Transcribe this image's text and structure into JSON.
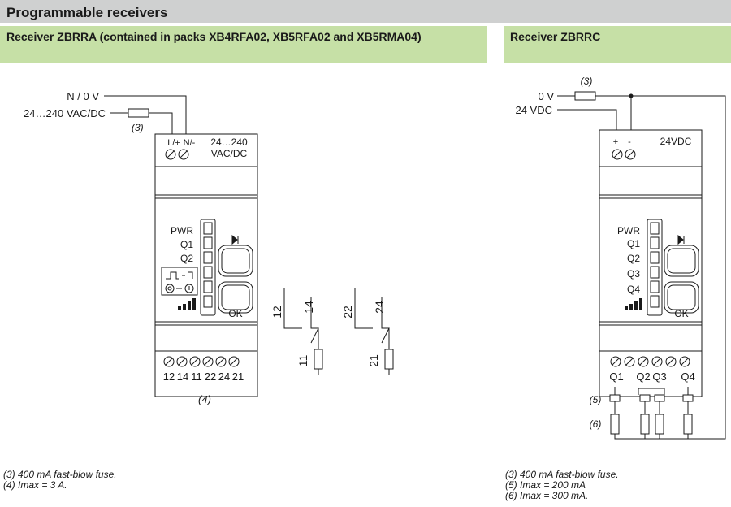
{
  "title": "Programmable receivers",
  "left": {
    "header": "Receiver ZBRRA (contained in packs XB4RFA02, XB5RFA02 and XB5RMA04)",
    "supply_top": "N / 0 V",
    "supply_bottom": "24…240 VAC/DC",
    "fuse_tag": "(3)",
    "term_l": "L/+",
    "term_n": "N/-",
    "rating_1": "24…240",
    "rating_2": "VAC/DC",
    "leds": [
      "PWR",
      "Q1",
      "Q2"
    ],
    "ok_label": "OK",
    "terminals": [
      "12",
      "14",
      "11",
      "22",
      "24",
      "21"
    ],
    "terminal_tag": "(4)",
    "contact_a": [
      "12",
      "14",
      "11"
    ],
    "contact_b": [
      "22",
      "24",
      "21"
    ],
    "notes": [
      "(3) 400 mA fast-blow fuse.",
      "(4) Imax = 3 A."
    ]
  },
  "right": {
    "header": "Receiver ZBRRC",
    "fuse_tag": "(3)",
    "supply_top": "0 V",
    "supply_bottom": "24 VDC",
    "term_plus": "+",
    "term_minus": "-",
    "rating": "24VDC",
    "leds": [
      "PWR",
      "Q1",
      "Q2",
      "Q3",
      "Q4"
    ],
    "ok_label": "OK",
    "outputs": [
      "Q1",
      "Q2",
      "Q3",
      "Q4"
    ],
    "tag_5": "(5)",
    "tag_6": "(6)",
    "notes": [
      "(3) 400 mA fast-blow fuse.",
      "(5) Imax = 200 mA",
      "(6) Imax = 300 mA."
    ]
  },
  "colors": {
    "title_bar": "#cfd0d0",
    "section_header": "#c6e0a6",
    "line": "#1a1a1a"
  }
}
